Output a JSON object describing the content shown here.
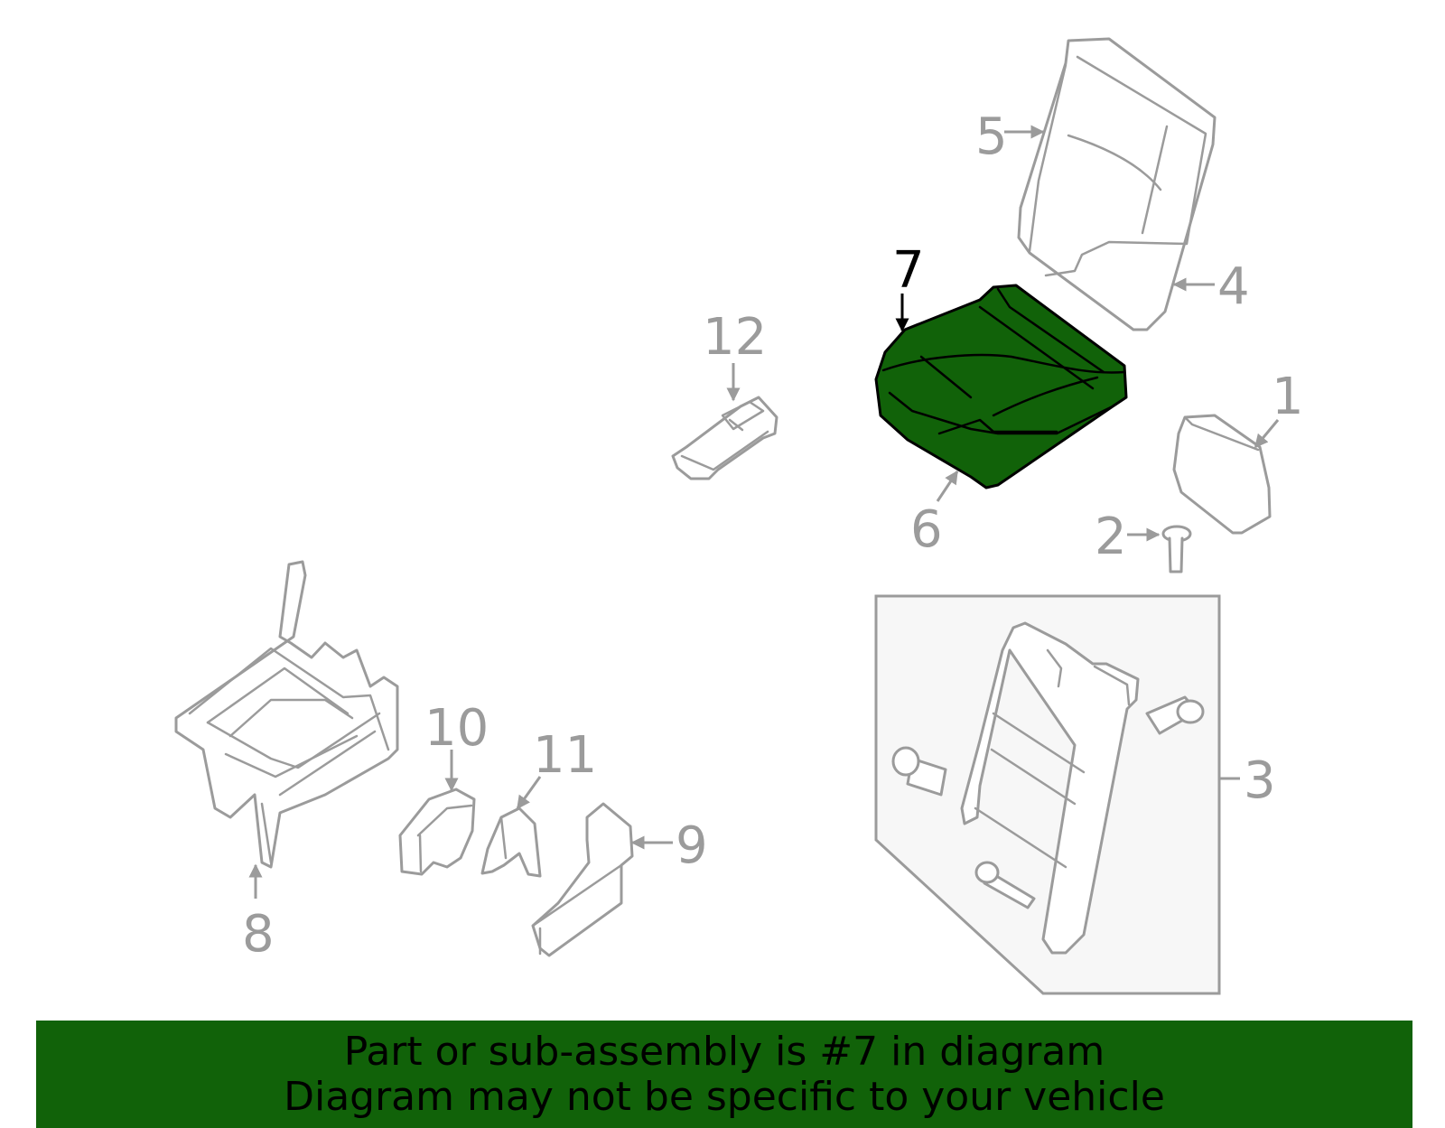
{
  "callouts": {
    "c1": "1",
    "c2": "2",
    "c3": "3",
    "c4": "4",
    "c5": "5",
    "c6": "6",
    "c7": "7",
    "c8": "8",
    "c9": "9",
    "c10": "10",
    "c11": "11",
    "c12": "12"
  },
  "highlighted_part": "7",
  "colors": {
    "highlight": "#116209",
    "line": "#9b9b9b",
    "active_text": "#000000",
    "subassembly_box_fill": "#f7f7f7"
  },
  "banner": {
    "line1": "Part or sub-assembly is #7 in diagram",
    "line2": "Diagram may not be specific to your vehicle"
  }
}
